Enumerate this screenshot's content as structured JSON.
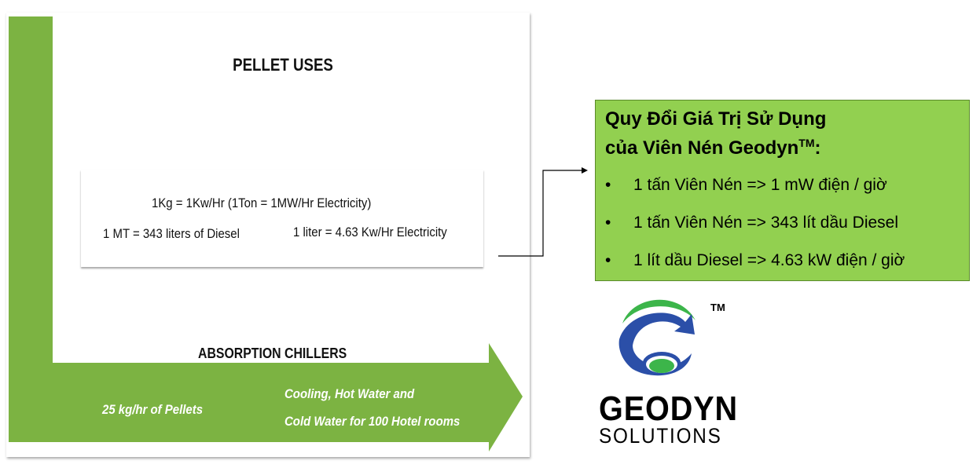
{
  "left_panel": {
    "title": "PELLET USES",
    "card": {
      "line1": "1Kg = 1Kw/Hr (1Ton = 1MW/Hr  Electricity)",
      "line2a": "1 MT = 343 liters of Diesel",
      "line2b": "1 liter = 4.63 Kw/Hr Electricity"
    },
    "arrow_heading": "ABSORPTION CHILLERS",
    "arrow_left": "25 kg/hr of Pellets",
    "arrow_right1": "Cooling, Hot Water and",
    "arrow_right2": "Cold Water for 100 Hotel rooms"
  },
  "green_box": {
    "heading1": "Quy Đổi Giá Trị Sử Dụng",
    "heading2": "của Viên Nén Geodyn",
    "heading_tm": "TM",
    "heading_colon": ":",
    "bullet": "•",
    "items": [
      "1 tấn Viên Nén => 1 mW điện / giờ",
      "1 tấn Viên Nén => 343 lít dầu Diesel",
      "1 lít dầu Diesel => 4.63 kW điện / giờ"
    ],
    "color": "#92d050"
  },
  "logo": {
    "name": "GEODYN",
    "sub": "SOLUTIONS",
    "tm": "TM"
  },
  "colors": {
    "arrow_green": "#7cb342",
    "logo_blue": "#2b4fa8",
    "logo_green": "#3cb54a"
  }
}
